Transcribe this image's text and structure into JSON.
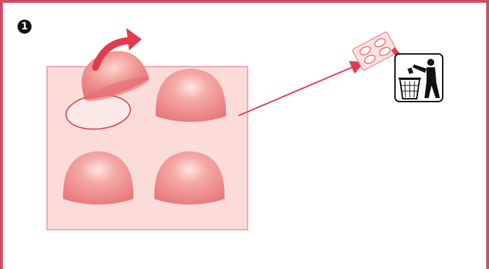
{
  "step": {
    "number": "1"
  },
  "colors": {
    "border": "#d14a64",
    "tray_fill": "#fbdcd9",
    "tray_stroke": "#e87d86",
    "capsule_base": "#f08c8a",
    "arrow_red": "#e23b4e",
    "icon_stroke": "#111111"
  },
  "illustration": {
    "blister_pack": {
      "capsule_count": 4,
      "opened_count": 1
    },
    "icons": [
      "curved-arrow-icon",
      "blister-pack-icon",
      "dispose-in-trash-icon"
    ]
  }
}
